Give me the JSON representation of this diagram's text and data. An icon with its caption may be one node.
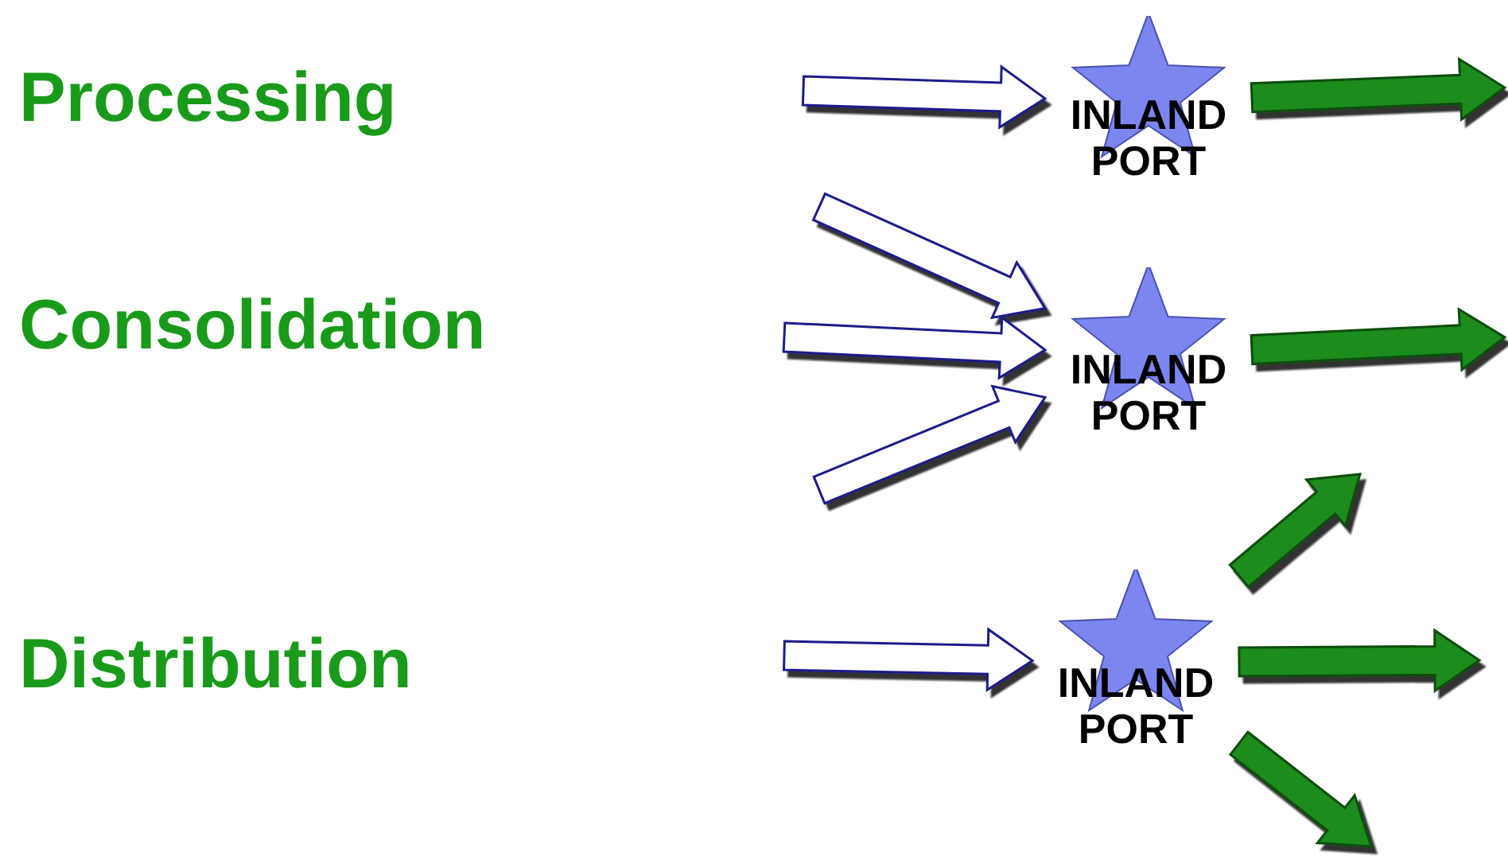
{
  "diagram": {
    "nodes": [
      {
        "text": [
          "INLAND PORT"
        ]
      },
      {
        "text": [
          "INLAND PORT"
        ]
      },
      {
        "text": [
          "INLAND PORT"
        ]
      }
    ],
    "edges": [
      {
        "from": null,
        "to": 0,
        "arrow": "to"
      },
      {
        "from": 0,
        "to": null,
        "arrow": "to",
        "color": "#1a8c1a"
      },
      {
        "from": null,
        "to": 1,
        "arrow": "to"
      },
      {
        "from": null,
        "to": 1,
        "arrow": "to"
      },
      {
        "from": null,
        "to": 1,
        "arrow": "to"
      },
      {
        "from": 1,
        "to": null,
        "arrow": "to",
        "color": "#1a8c1a"
      },
      {
        "from": null,
        "to": 2,
        "arrow": "to"
      },
      {
        "from": 2,
        "to": null,
        "arrow": "to",
        "color": "#1a8c1a"
      },
      {
        "from": 2,
        "to": null,
        "arrow": "to",
        "color": "#1a8c1a"
      },
      {
        "from": 2,
        "to": null,
        "arrow": "to",
        "color": "#1a8c1a"
      }
    ],
    "labels": [
      "Processing",
      "Consolidation",
      "Distribution"
    ]
  }
}
